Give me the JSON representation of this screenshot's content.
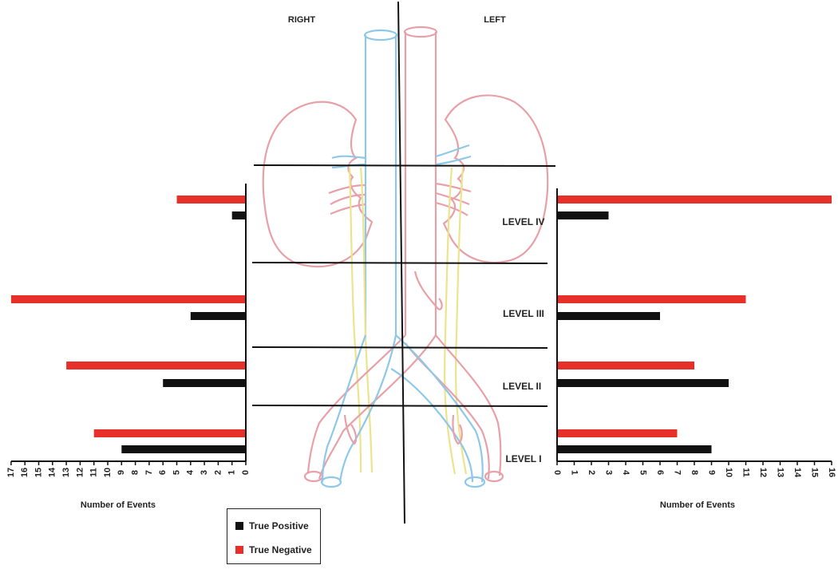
{
  "header": {
    "right_label": "RIGHT",
    "left_label": "LEFT"
  },
  "levels": [
    "LEVEL IV",
    "LEVEL III",
    "LEVEL II",
    "LEVEL I"
  ],
  "legend": {
    "items": [
      {
        "label": "True Positive",
        "color": "#111111"
      },
      {
        "label": "True Negative",
        "color": "#e8302a"
      }
    ]
  },
  "colors": {
    "true_positive": "#111111",
    "true_negative": "#e8302a",
    "artery": "#e8a0a8",
    "vein": "#8ec8e8",
    "ureter": "#ece48c",
    "lines": "#111111"
  },
  "chart_data": [
    {
      "type": "bar",
      "orientation": "horizontal",
      "side": "RIGHT",
      "direction": "reversed",
      "categories": [
        "LEVEL IV",
        "LEVEL III",
        "LEVEL II",
        "LEVEL I"
      ],
      "series": [
        {
          "name": "True Negative",
          "values": [
            5,
            17,
            13,
            11
          ]
        },
        {
          "name": "True Positive",
          "values": [
            1,
            4,
            6,
            9
          ]
        }
      ],
      "xlabel": "Number of Events",
      "xlim": [
        0,
        17
      ],
      "ticks": [
        0,
        1,
        2,
        3,
        4,
        5,
        6,
        7,
        8,
        9,
        10,
        11,
        12,
        13,
        14,
        15,
        16,
        17
      ]
    },
    {
      "type": "bar",
      "orientation": "horizontal",
      "side": "LEFT",
      "direction": "normal",
      "categories": [
        "LEVEL IV",
        "LEVEL III",
        "LEVEL II",
        "LEVEL I"
      ],
      "series": [
        {
          "name": "True Negative",
          "values": [
            16,
            11,
            8,
            7
          ]
        },
        {
          "name": "True Positive",
          "values": [
            3,
            6,
            10,
            9
          ]
        }
      ],
      "xlabel": "Number of Events",
      "xlim": [
        0,
        16
      ],
      "ticks": [
        0,
        1,
        2,
        3,
        4,
        5,
        6,
        7,
        8,
        9,
        10,
        11,
        12,
        13,
        14,
        15,
        16
      ]
    }
  ]
}
